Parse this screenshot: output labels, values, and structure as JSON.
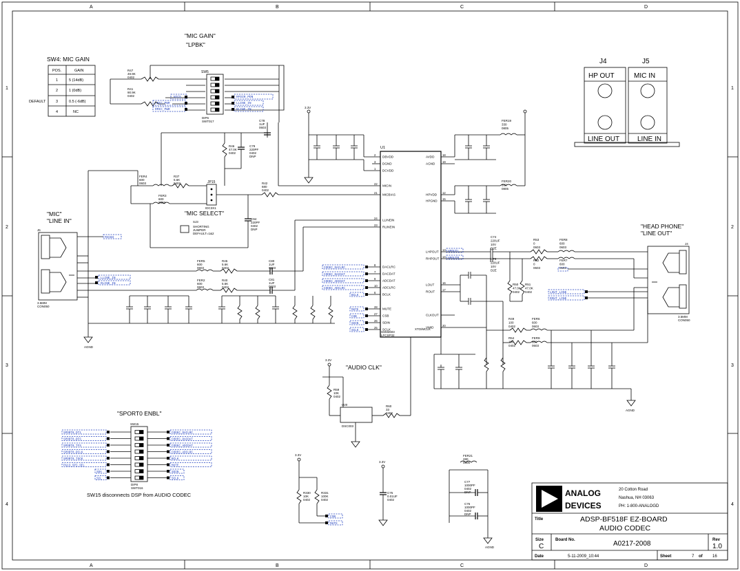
{
  "border": {
    "columns": [
      "A",
      "B",
      "C",
      "D"
    ],
    "rows": [
      "1",
      "2",
      "3",
      "4"
    ]
  },
  "labels": {
    "mic_gain": "\"MIC GAIN\"",
    "lpbk": "\"LPBK\"",
    "mic": "\"MIC\"",
    "line_in": "\"LINE IN\"",
    "mic_select": "\"MIC SELECT\"",
    "audio_clk": "\"AUDIO CLK\"",
    "sport0_enbl": "\"SPORT0 ENBL\"",
    "head_phone": "\"HEAD PHONE\"",
    "line_out": "\"LINE OUT\"",
    "sw15_note": "SW15 disconnects DSP from AUDIO CODEC",
    "agnd": "AGND",
    "v33": "3.3V"
  },
  "sw4_table": {
    "title": "SW4: MIC GAIN",
    "headers": [
      "POS.",
      "GAIN"
    ],
    "rows": [
      [
        "1",
        "5 (14dB)"
      ],
      [
        "2",
        "1 (0dB)"
      ],
      [
        "3",
        "0.5 (-6dB)"
      ],
      [
        "4",
        "NC"
      ]
    ],
    "default_label": "DEFAULT"
  },
  "connectors": {
    "j4_label": "J4",
    "j5_label": "J5",
    "hp_out": "HP OUT",
    "mic_in": "MIC IN",
    "line_out": "LINE OUT",
    "line_in": "LINE IN"
  },
  "codec": {
    "ref": "U1",
    "part": "SSM2603\nLFCSP32",
    "left_pins": [
      {
        "num": "2",
        "name": "DBVDD"
      },
      {
        "num": "3",
        "name": "DGND"
      },
      {
        "num": "1",
        "name": "DCVDD"
      },
      {
        "num": "22",
        "name": "MICIN"
      },
      {
        "num": "21",
        "name": "MICBIAS"
      },
      {
        "num": "24",
        "name": "LLINEIN"
      },
      {
        "num": "23",
        "name": "RLINEIN"
      },
      {
        "num": "8",
        "name": "DACLRC"
      },
      {
        "num": "7",
        "name": "DACDAT"
      },
      {
        "num": "9",
        "name": "ADCDAT"
      },
      {
        "num": "10",
        "name": "ADCLRC"
      },
      {
        "num": "6",
        "name": "BCLK"
      },
      {
        "num": "28",
        "name": "MUTE"
      },
      {
        "num": "27",
        "name": "CSB"
      },
      {
        "num": "26",
        "name": "SDIN"
      },
      {
        "num": "25",
        "name": "SCLK"
      }
    ],
    "right_pins": [
      {
        "num": "18",
        "name": "AVDD"
      },
      {
        "num": "19",
        "name": "AGND"
      },
      {
        "num": "12",
        "name": "HPVDD"
      },
      {
        "num": "15",
        "name": "HPGND"
      },
      {
        "num": "13",
        "name": "LHPOUT"
      },
      {
        "num": "14",
        "name": "RHPOUT"
      },
      {
        "num": "16",
        "name": "LOUT"
      },
      {
        "num": "17",
        "name": "ROUT"
      },
      {
        "num": "",
        "name": "CLKOUT"
      },
      {
        "num": "20",
        "name": "VMID"
      }
    ]
  },
  "title_block": {
    "company_line1": "ANALOG",
    "company_line2": "DEVICES",
    "address1": "20 Cotton Road",
    "address2": "Nashua, NH 03063",
    "address3": "PH: 1-800-ANALOGD",
    "title_label": "Title",
    "title1": "ADSP-BF518F EZ-BOARD",
    "title2": "AUDIO CODEC",
    "size_label": "Size",
    "size": "C",
    "board_label": "Board No.",
    "board": "A0217-2008",
    "rev_label": "Rev",
    "rev": "1.0",
    "date_label": "Date",
    "date": "5-11-2009_10:44",
    "sheet_label": "Sheet",
    "sheet": "7",
    "of_label": "of",
    "sheets": "16"
  },
  "components": {
    "r47": "R47\n49.9K\n0402",
    "r41": "R41\n90.9K\n0402",
    "sw5": "SW5",
    "sw5_part": "DIP6\nSWT017",
    "jp15": "JP15",
    "jp15_part": "IDC3X1",
    "sj3": "SJ3",
    "sj3_text": "SHORTING\nJUMPER\nDEFAULT=1&2",
    "r46": "R46\n47.0K\n0402",
    "c79": "C79\n220PF\n0402\nDNP",
    "c78": "C78\n1UF\n0603",
    "fer4": "FER4\n600\n0603",
    "r37": "R37\n5.6K\n0402",
    "fer3": "FER3\n600\n0603",
    "r42": "R42\n680\n0402",
    "c94": "C94\n220PF\n0402\nDNP",
    "fer5": "FER5\n600\n0603",
    "r45": "R45\n5.6K\n0402",
    "fer2": "FER2\n600\n0603",
    "r40": "R40\n5.6K\n0402",
    "c80": "C80\n1UF\n0603",
    "c81": "C81\n1UF\n0603",
    "fer19": "FER19\n330\n0805",
    "fer20": "FER20\n330\n0805",
    "c74": "C74\n220UF\n10V\nD2E",
    "c73": "C73\n220UF\n10V\nD2E",
    "r53": "R53\n0\n0603",
    "r52": "R52\n0\n0603",
    "fer8": "FER8\n600\n0603",
    "fer7": "FER7\n600\n0603",
    "r50": "R50\n47.0K\n0402",
    "r51": "R51\n47.0K\n0402",
    "r49": "R49\n100\n0402",
    "r54": "R54\n100\n0402",
    "fer6": "FER6\n600\n0603",
    "fer9": "FER9\n600\n0603",
    "r59": "R59\n10K\n0402",
    "u20": "U20",
    "u20_part": "DSC003",
    "r60": "R60\n33\n0402",
    "sw15": "SW15",
    "sw15_part": "DIP8\nSWT016",
    "fer21": "FER21\n280\n0805",
    "c77": "C77\n1000PF\n0402\nDNP",
    "c76": "C76\n1000PF\n0402\nDNP",
    "c75": "C75\n0.01UF\n0402",
    "r330": "R330\n10K\n0402",
    "r331": "R331\n100K\n0402",
    "j6": "J6",
    "j6_part": "3.5MM\nCON050",
    "j4": "J4",
    "j4_part": "3.5MM\nCON050"
  },
  "nets": {
    "mic_pwr": "MICBI",
    "mic_gain_labels": [
      "NIC5",
      "AUDIO_PDG",
      "LMIC_PWR",
      "RMIC_PWR"
    ],
    "mic_gain_right": [
      "RFDIR_PDN",
      "LLINE_IN",
      "RLINE_IN"
    ],
    "sport_left": [
      "SPORT0_DT1",
      "SPORT0_RFS",
      "SPORT0_TFS",
      "SPORT0_RCLK",
      "SPORT0_TSCK",
      "PG13_SPI_SEL"
    ],
    "sport_right": [
      "CODEC_DACLRC",
      "CODEC_DACDAT",
      "CODEC_ADCDAT",
      "CODEC_ADCLRC",
      "BCLK",
      "MUTE"
    ],
    "sport_extra": [
      "SDA",
      "SCL",
      "SDIN",
      "SCLK"
    ],
    "codec_nets": [
      "CODEC_DACLRC",
      "CODEC_DACDAT",
      "CODEC_ADCDAT",
      "CODEC_ADCLRC",
      "BCLK",
      "MUTE",
      "CSB",
      "SDIN",
      "SCLK"
    ],
    "hp_nets": [
      "HPOUTL",
      "HPOUTR"
    ],
    "lineout_nets": [
      "LOUT_LINE",
      "ROUT_LINE"
    ],
    "bottom_nets": [
      "CSB",
      "MUTE"
    ],
    "line_in_nets": [
      "LLINE_IN",
      "RLINE_IN"
    ]
  }
}
